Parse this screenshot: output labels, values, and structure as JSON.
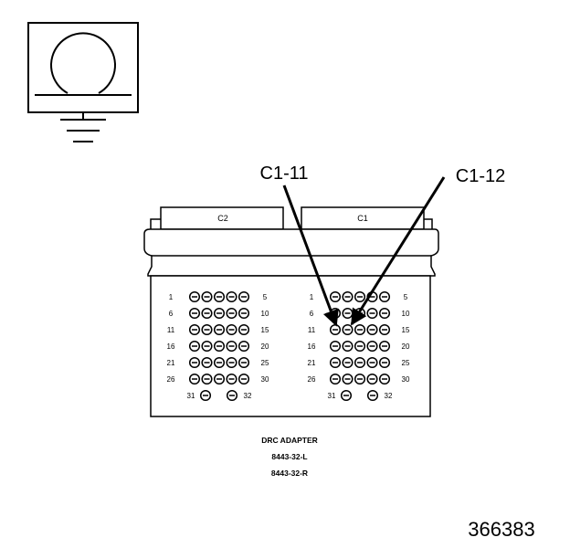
{
  "symbol": {
    "name": "ohmmeter-symbol"
  },
  "connectors": [
    {
      "label": "C2",
      "rows": [
        {
          "start": "1",
          "end": "5"
        },
        {
          "start": "6",
          "end": "10"
        },
        {
          "start": "11",
          "end": "15"
        },
        {
          "start": "16",
          "end": "20"
        },
        {
          "start": "21",
          "end": "25"
        },
        {
          "start": "26",
          "end": "30"
        }
      ],
      "extra": {
        "left": "31",
        "right": "32"
      }
    },
    {
      "label": "C1",
      "rows": [
        {
          "start": "1",
          "end": "5"
        },
        {
          "start": "6",
          "end": "10"
        },
        {
          "start": "11",
          "end": "15"
        },
        {
          "start": "16",
          "end": "20"
        },
        {
          "start": "21",
          "end": "25"
        },
        {
          "start": "26",
          "end": "30"
        }
      ],
      "extra": {
        "left": "31",
        "right": "32"
      }
    }
  ],
  "callouts": [
    {
      "label": "C1-11",
      "pin": "11"
    },
    {
      "label": "C1-12",
      "pin": "12"
    }
  ],
  "adapter": {
    "title": "DRC ADAPTER",
    "part_left": "8443-32-L",
    "part_right": "8443-32-R"
  },
  "figure_number": "366383"
}
